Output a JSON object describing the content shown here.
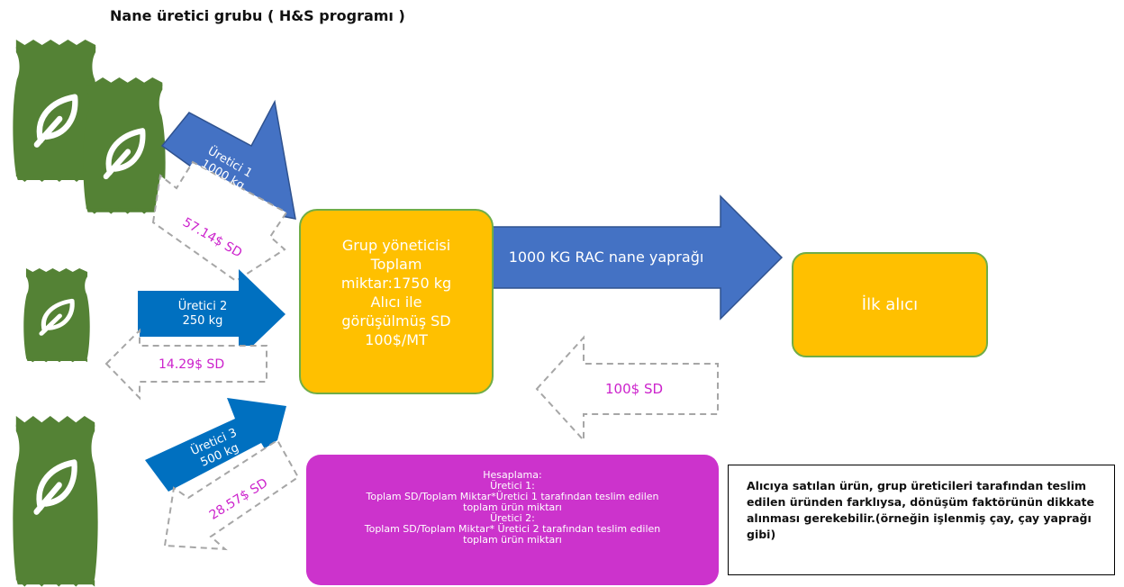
{
  "title": "Nane üretici grubu ( H&S programı )",
  "colors": {
    "bag_green": "#548235",
    "arrow_blue": "#4472c4",
    "arrow_blue_dark": "#0070c0",
    "box_orange": "#ffc000",
    "box_border_green": "#70ad47",
    "calc_purple": "#cc33cc",
    "sd_text_magenta": "#cc22cc",
    "dashed_gray": "#a6a6a6"
  },
  "icons": [
    "seed-bag-icon",
    "leaf-icon"
  ],
  "producers": [
    {
      "name": "Üretici 1",
      "qty": "1000 kg",
      "sd": "57.14$ SD"
    },
    {
      "name": "Üretici 2",
      "qty": "250 kg",
      "sd": "14.29$ SD"
    },
    {
      "name": "Üretici 3",
      "qty": "500 kg",
      "sd": "28.57$ SD"
    }
  ],
  "manager_box": {
    "lines": [
      "Grup yöneticisi",
      "Toplam",
      "miktar:1750 kg",
      "Alıcı ile",
      "görüşülmüş SD",
      "100$/MT"
    ]
  },
  "sale_arrow": "1000 KG RAC nane yaprağı",
  "buyer_box": "İlk alıcı",
  "buyer_sd": "100$ SD",
  "calculation": {
    "lines": [
      "Hesaplama:",
      "Üretici 1:",
      "Toplam SD/Toplam Miktar*Üretici 1 tarafından teslim edilen",
      "toplam ürün miktarı",
      "Üretici 2:",
      "Toplam SD/Toplam Miktar* Üretici 2 tarafından teslim edilen",
      "toplam ürün miktarı"
    ]
  },
  "note": "Alıcıya satılan ürün, grup üreticileri tarafından teslim edilen üründen farklıysa, dönüşüm faktörünün dikkate alınması gerekebilir.(örneğin işlenmiş çay, çay yaprağı gibi)"
}
